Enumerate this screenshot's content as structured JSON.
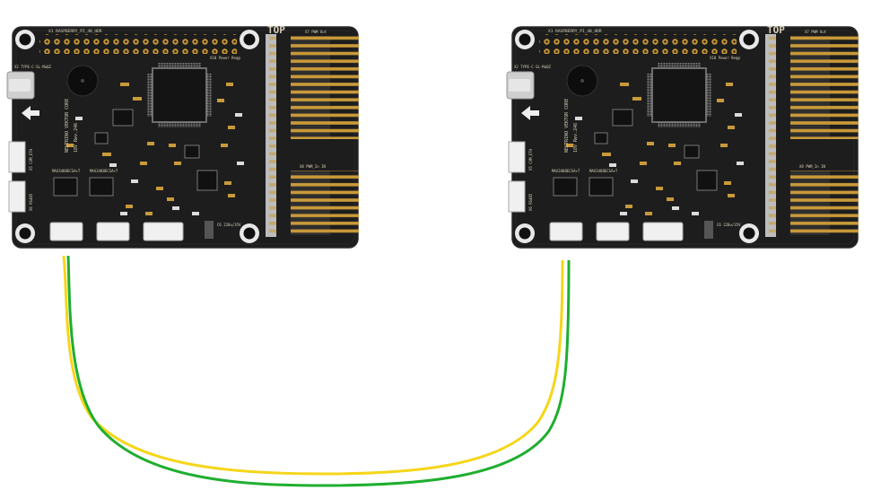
{
  "diagram": {
    "boards": [
      {
        "id": "left",
        "labels": {
          "header": "X1 RASPBERRY_PI_40_HDR",
          "top": "TOP",
          "pwm_out": "X7 PWM Out",
          "ppm_in": "X8 PWM_In IN",
          "power": "X10 Power Req@",
          "usb": "X2 TYPE-C-SL-MaQZ",
          "board_name": "NEUTRINO VEKTOR CORE",
          "rev": "18V Rev.246",
          "chip1": "MAX3488ECSA+T",
          "chip2": "MAX3488ECSA+T",
          "cap": "C6 220u/35V",
          "conn_com": "X5 COM_ETH",
          "conn_rs": "X6 RS485"
        }
      },
      {
        "id": "right",
        "labels": {
          "header": "X1 RASPBERRY_PI_40_HDR",
          "top": "TOP",
          "pwm_out": "X7 PWM Out",
          "ppm_in": "X8 PWM_In IN",
          "power": "X10 Power Req@",
          "usb": "X2 TYPE-C-SL-MaQZ",
          "board_name": "NEUTRINO VEKTOR CORE",
          "rev": "18V Rev.246",
          "chip1": "MAX3488ECSA+T",
          "chip2": "MAX3488ECSA+T",
          "cap": "C6 220u/35V",
          "conn_com": "X5 COM_ETH",
          "conn_rs": "X6 RS485"
        }
      }
    ],
    "wires": [
      {
        "name": "yellow-wire",
        "color": "#f5d619"
      },
      {
        "name": "green-wire",
        "color": "#1fae2f"
      }
    ],
    "colors": {
      "pcb": "#1d1d1d",
      "pcb_edge": "#2a2a2a",
      "gold": "#c99a3a",
      "silkscreen": "#d8d0b8"
    }
  }
}
